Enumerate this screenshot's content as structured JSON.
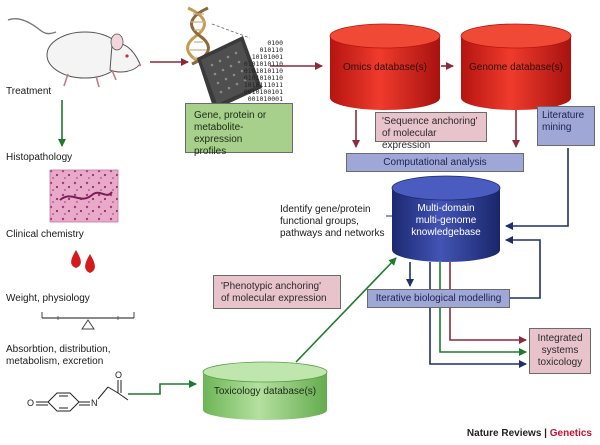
{
  "left_column": {
    "treatment": "Treatment",
    "histopathology": "Histopathology",
    "clinical_chemistry": "Clinical chemistry",
    "weight_physiology": "Weight, physiology",
    "adme": [
      "Absorbtion, distribution,",
      "metabolism, excretion"
    ]
  },
  "boxes": {
    "expression_profiles": [
      "Gene, protein or",
      "metabolite-expression",
      "profiles"
    ],
    "sequence_anchoring": [
      "'Sequence anchoring'",
      "of molecular expression"
    ],
    "literature_mining": [
      "Literature",
      "mining"
    ],
    "computational_analysis": "Computational analysis",
    "phenotypic_anchoring": [
      "'Phenotypic anchoring'",
      "of molecular expression"
    ],
    "iterative_modelling": "Iterative biological modelling",
    "integrated_toxicology": [
      "Integrated",
      "systems",
      "toxicology"
    ]
  },
  "databases": {
    "omics": "Omics database(s)",
    "genome": "Genome database(s)",
    "toxicology": "Toxicology database(s)",
    "knowledgebase": [
      "Multi-domain",
      "multi-genome",
      "knowledgebase"
    ]
  },
  "identify_text": [
    "Identify gene/protein",
    "functional groups,",
    "pathways and networks"
  ],
  "binary_lines": [
    "0100",
    "010110",
    "10101001",
    "0101010110",
    "0101010110",
    "0101010110",
    "1010111011",
    "0010100101",
    "001010001",
    "0010100100"
  ],
  "molecule_atoms": {
    "o_left": "O",
    "n": "N",
    "o_top": "O"
  },
  "credit": {
    "journal": "Nature Reviews",
    "separator": " | ",
    "section": "Genetics"
  },
  "colors": {
    "arrow_dark_red": "#8b2a3a",
    "arrow_green": "#1e7a2e",
    "arrow_navy": "#1f2f6e",
    "db_red": "#d9201c",
    "db_green": "#8cc774",
    "kb_blue": "#2b3a8f",
    "credit_red": "#c8102e"
  }
}
